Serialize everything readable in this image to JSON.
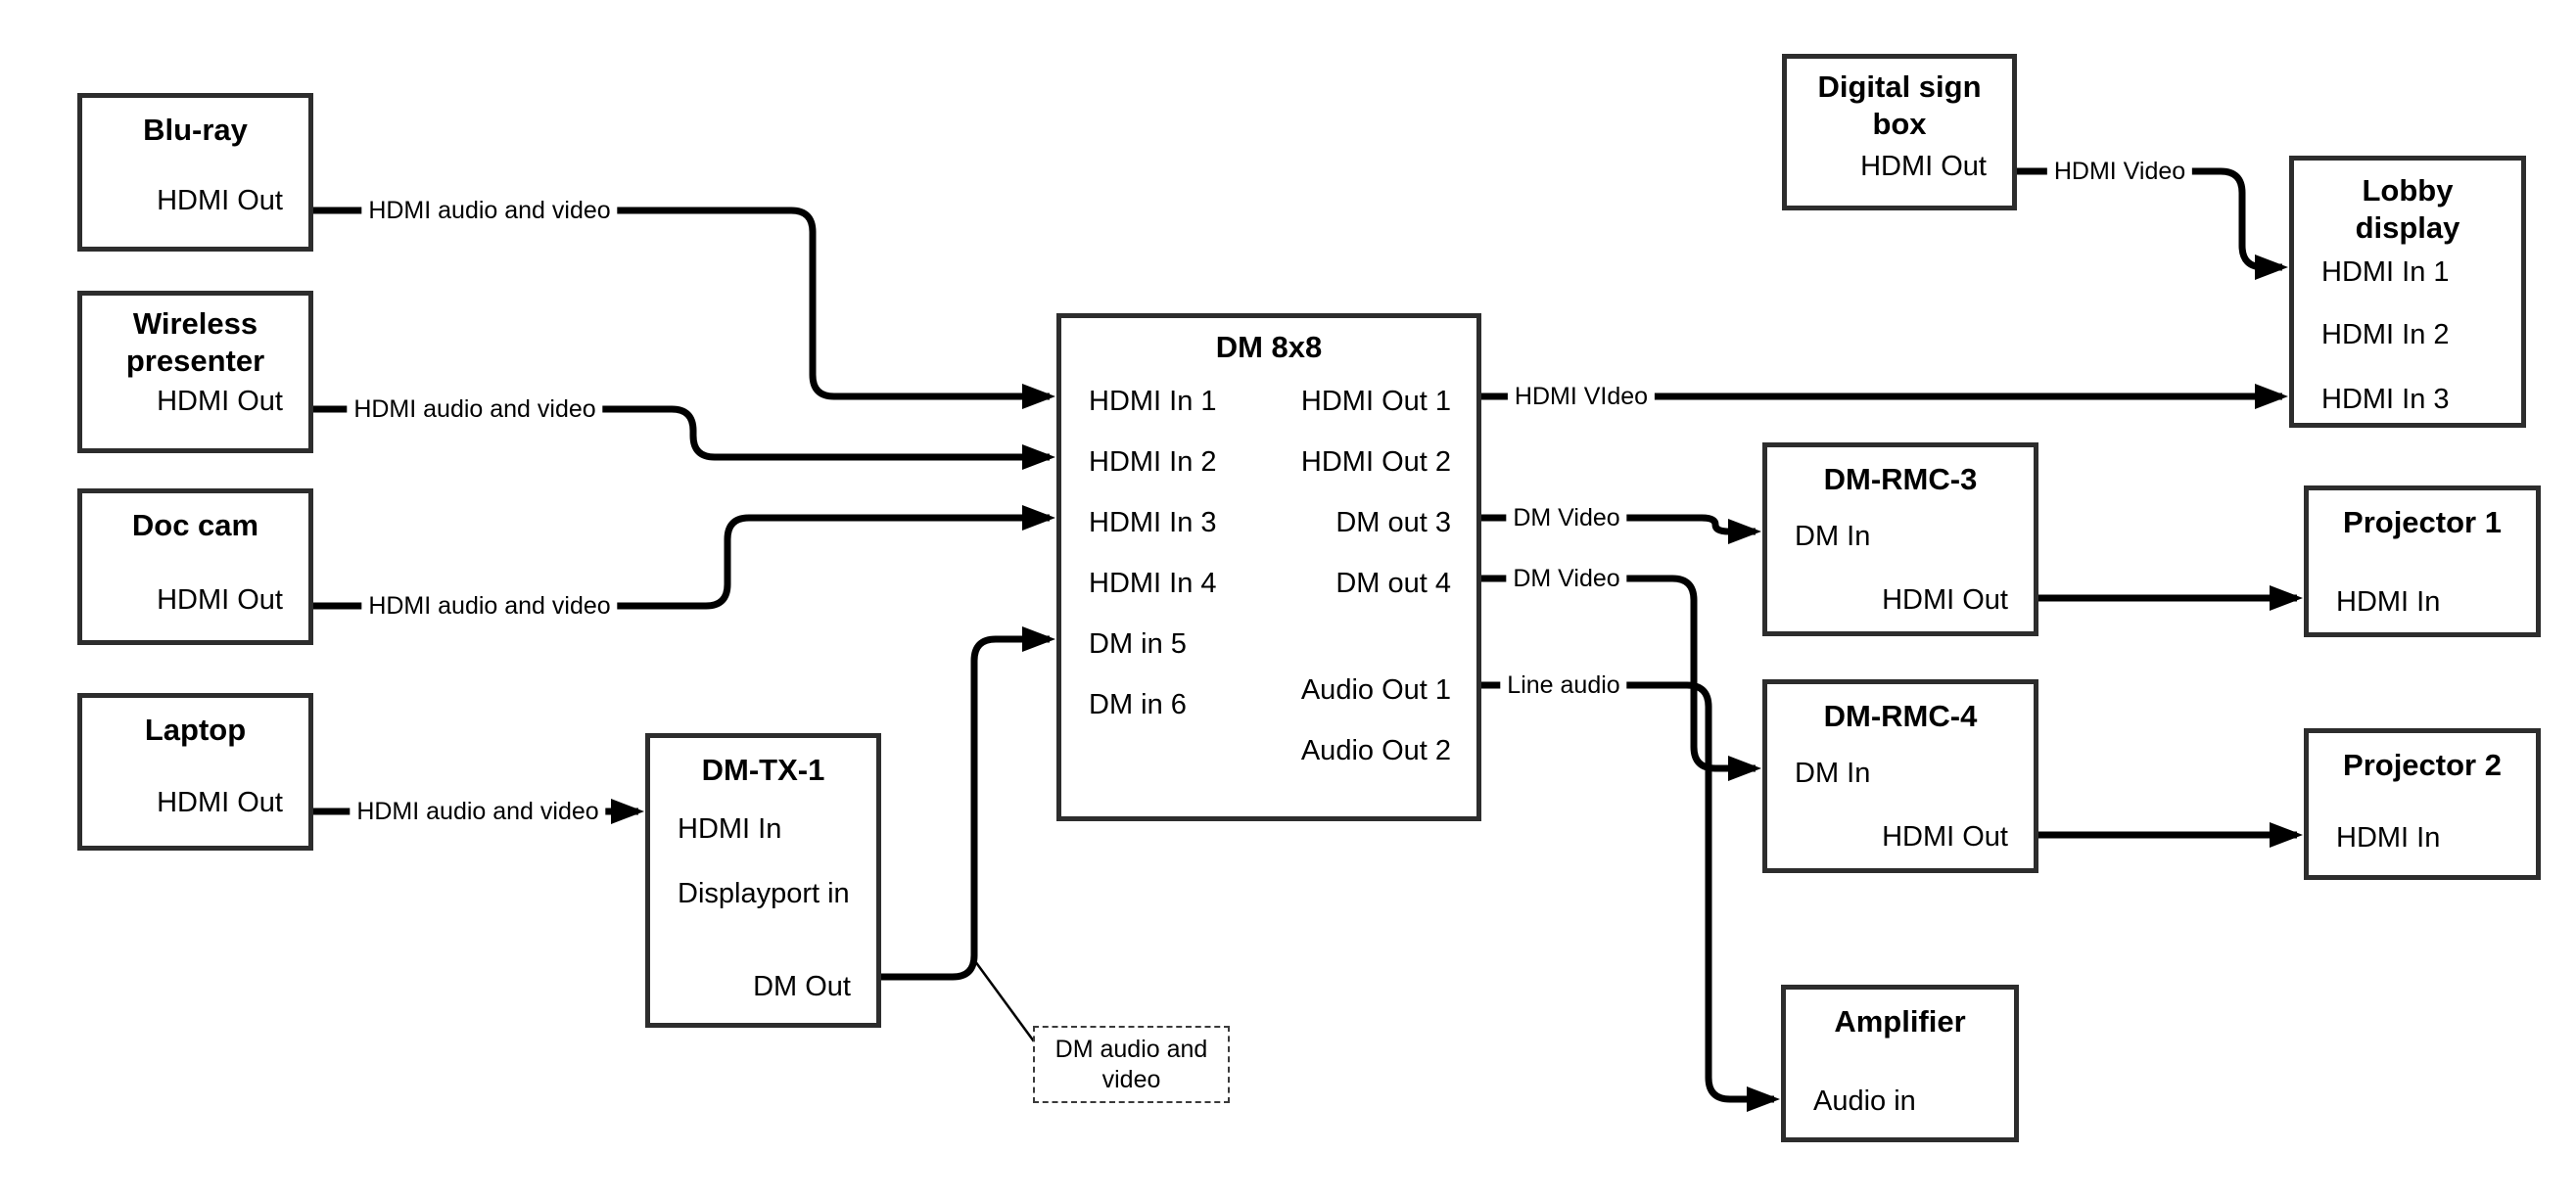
{
  "diagram": {
    "colors": {
      "wire": "#000000",
      "box_border": "#2d2d2d",
      "background": "#ffffff"
    },
    "nodes": {
      "blu_ray": {
        "title": "Blu-ray",
        "ports": [
          "HDMI Out"
        ]
      },
      "wireless_presenter": {
        "title": "Wireless presenter",
        "ports": [
          "HDMI Out"
        ]
      },
      "doc_cam": {
        "title": "Doc cam",
        "ports": [
          "HDMI Out"
        ]
      },
      "laptop": {
        "title": "Laptop",
        "ports": [
          "HDMI Out"
        ]
      },
      "dm_tx_1": {
        "title": "DM-TX-1",
        "ports": [
          "HDMI In",
          "Displayport in",
          "DM Out"
        ]
      },
      "dm_8x8": {
        "title": "DM 8x8",
        "ports_left": [
          "HDMI In 1",
          "HDMI In 2",
          "HDMI In 3",
          "HDMI In 4",
          "DM in 5",
          "DM in 6"
        ],
        "ports_right": [
          "HDMI Out 1",
          "HDMI Out 2",
          "DM out 3",
          "DM out 4",
          "Audio Out 1",
          "Audio Out 2"
        ]
      },
      "digital_sign_box": {
        "title": "Digital sign box",
        "ports": [
          "HDMI Out"
        ]
      },
      "lobby_display": {
        "title": "Lobby display",
        "ports": [
          "HDMI In 1",
          "HDMI In 2",
          "HDMI In 3"
        ]
      },
      "dm_rmc_3": {
        "title": "DM-RMC-3",
        "ports": [
          "DM In",
          "HDMI Out"
        ]
      },
      "projector_1": {
        "title": "Projector 1",
        "ports": [
          "HDMI In"
        ]
      },
      "dm_rmc_4": {
        "title": "DM-RMC-4",
        "ports": [
          "DM In",
          "HDMI Out"
        ]
      },
      "projector_2": {
        "title": "Projector 2",
        "ports": [
          "HDMI In"
        ]
      },
      "amplifier": {
        "title": "Amplifier",
        "ports": [
          "Audio in"
        ]
      }
    },
    "connections": [
      {
        "label": "HDMI audio and video",
        "from": "Blu-ray HDMI Out",
        "to": "DM 8x8 HDMI In 1"
      },
      {
        "label": "HDMI audio and video",
        "from": "Wireless presenter HDMI Out",
        "to": "DM 8x8 HDMI In 2"
      },
      {
        "label": "HDMI audio and video",
        "from": "Doc cam HDMI Out",
        "to": "DM 8x8 HDMI In 3"
      },
      {
        "label": "HDMI audio and video",
        "from": "Laptop HDMI Out",
        "to": "DM-TX-1 HDMI In"
      },
      {
        "label": "HDMI VIdeo",
        "from": "DM 8x8 HDMI Out 1",
        "to": "Lobby display HDMI In 3"
      },
      {
        "label": "DM Video",
        "from": "DM 8x8 DM out 3",
        "to": "DM-RMC-3 DM In"
      },
      {
        "label": "DM Video",
        "from": "DM 8x8 DM out 4",
        "to": "DM-RMC-4 DM In"
      },
      {
        "label": "Line audio",
        "from": "DM 8x8 Audio Out 1",
        "to": "Amplifier Audio in"
      },
      {
        "label": "HDMI Video",
        "from": "Digital sign box HDMI Out",
        "to": "Lobby display HDMI In 1"
      }
    ],
    "note": {
      "text": "DM audio and video"
    }
  }
}
